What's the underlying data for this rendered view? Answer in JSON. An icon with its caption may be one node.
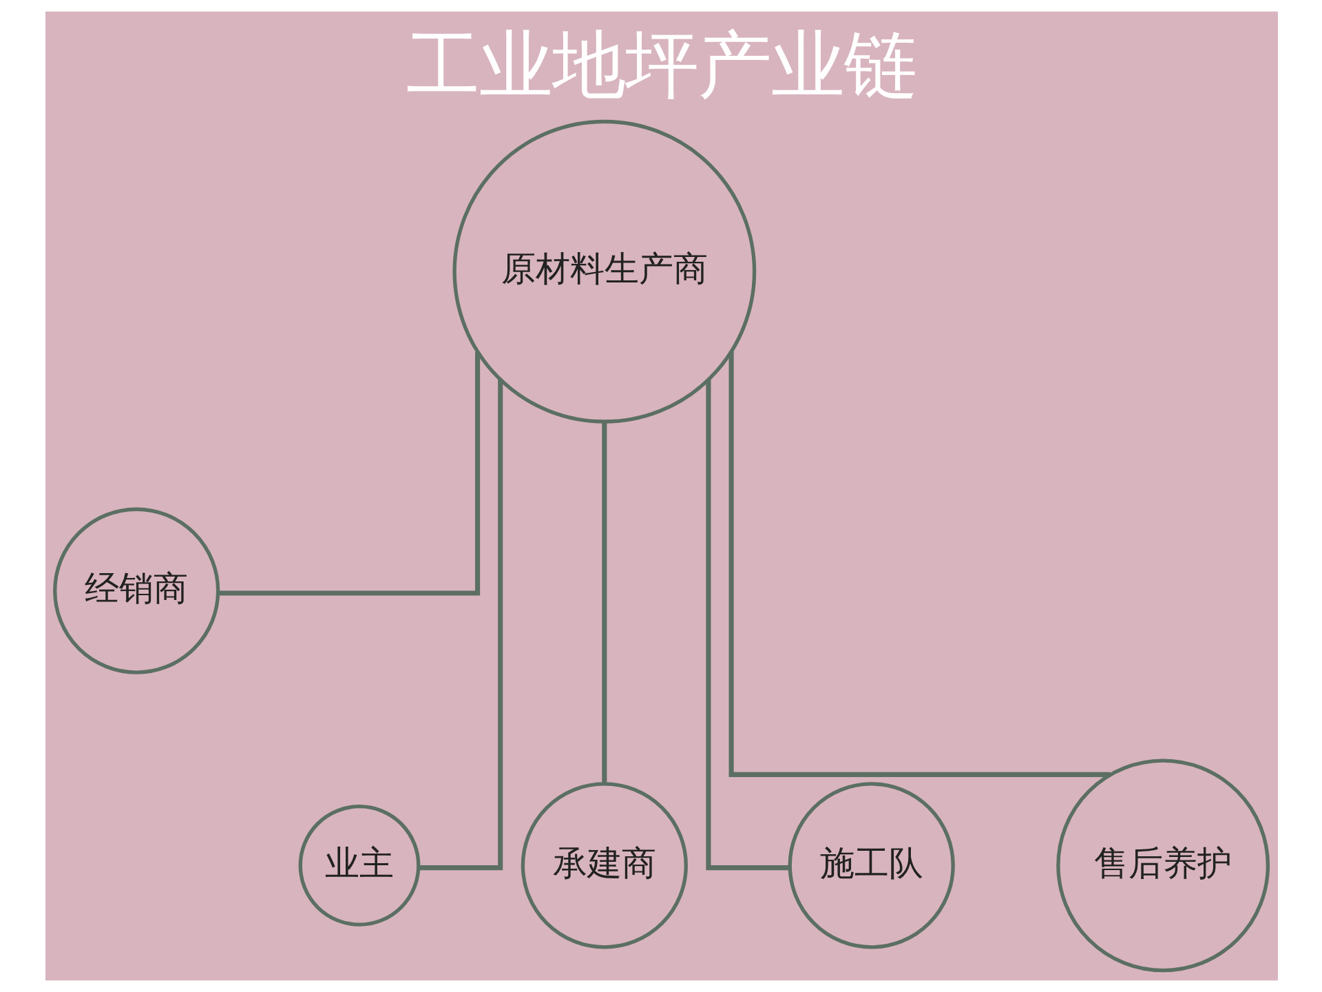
{
  "diagram": {
    "title": "工业地坪产业链",
    "nodes": [
      {
        "text": [
          "原材料生产商"
        ]
      },
      {
        "text": [
          "经销商"
        ]
      },
      {
        "text": [
          "业主"
        ]
      },
      {
        "text": [
          "承建商"
        ]
      },
      {
        "text": [
          "施工队"
        ]
      },
      {
        "text": [
          "售后养护"
        ]
      }
    ],
    "edges": [
      {
        "from": 0,
        "to": 1,
        "arrow": "none"
      },
      {
        "from": 0,
        "to": 2,
        "arrow": "none"
      },
      {
        "from": 0,
        "to": 3,
        "arrow": "none"
      },
      {
        "from": 0,
        "to": 4,
        "arrow": "none"
      },
      {
        "from": 0,
        "to": 5,
        "arrow": "none"
      }
    ]
  }
}
